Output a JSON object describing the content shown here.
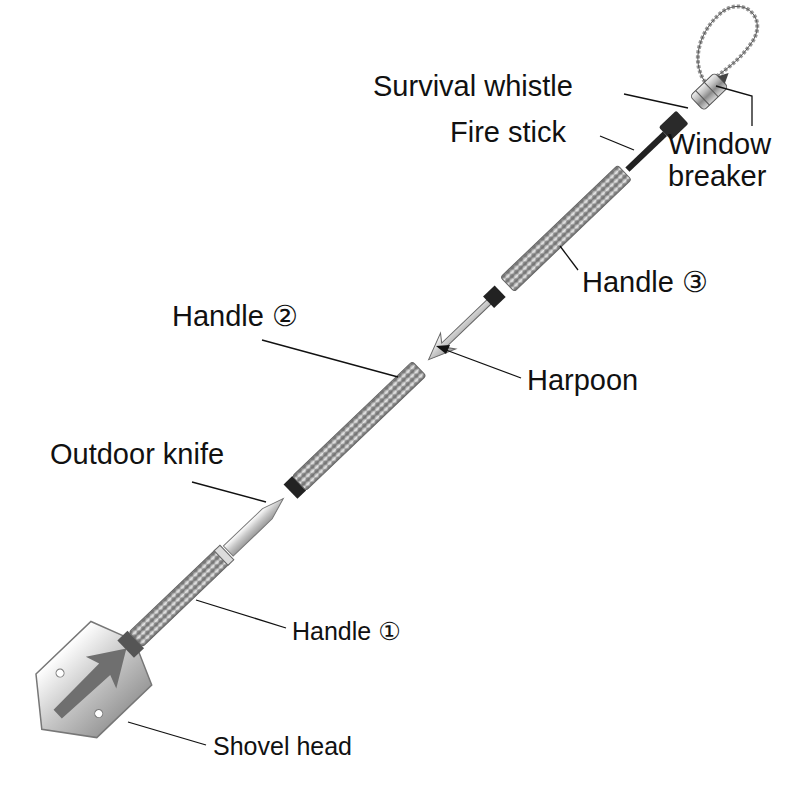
{
  "diagram": {
    "labels": [
      "Survival whistle",
      "Fire stick",
      "Window breaker",
      "Handle ③",
      "Handle ②",
      "Harpoon",
      "Outdoor knife",
      "Handle ①",
      "Shovel head"
    ]
  }
}
